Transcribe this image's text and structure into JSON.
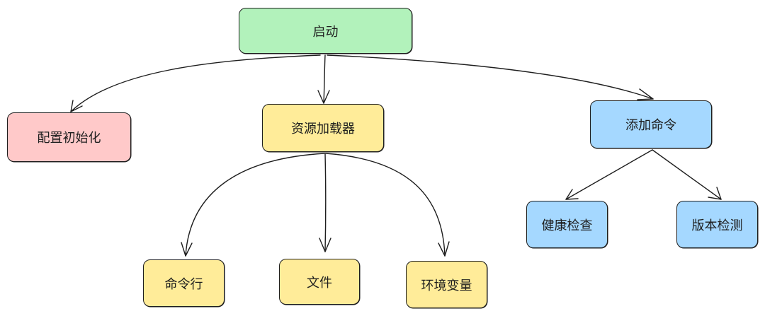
{
  "diagram": {
    "nodes": {
      "start": {
        "label": "启动",
        "color": "#b2f2bb"
      },
      "config": {
        "label": "配置初始化",
        "color": "#ffc9c9"
      },
      "loader": {
        "label": "资源加载器",
        "color": "#ffec99"
      },
      "addcmd": {
        "label": "添加命令",
        "color": "#a5d8ff"
      },
      "cmdline": {
        "label": "命令行",
        "color": "#ffec99"
      },
      "file": {
        "label": "文件",
        "color": "#ffec99"
      },
      "env": {
        "label": "环境变量",
        "color": "#ffec99"
      },
      "health": {
        "label": "健康检查",
        "color": "#a5d8ff"
      },
      "version": {
        "label": "版本检测",
        "color": "#a5d8ff"
      }
    },
    "edges": [
      {
        "from": "start",
        "to": "config"
      },
      {
        "from": "start",
        "to": "loader"
      },
      {
        "from": "start",
        "to": "addcmd"
      },
      {
        "from": "loader",
        "to": "cmdline"
      },
      {
        "from": "loader",
        "to": "file"
      },
      {
        "from": "loader",
        "to": "env"
      },
      {
        "from": "addcmd",
        "to": "health"
      },
      {
        "from": "addcmd",
        "to": "version"
      }
    ]
  }
}
